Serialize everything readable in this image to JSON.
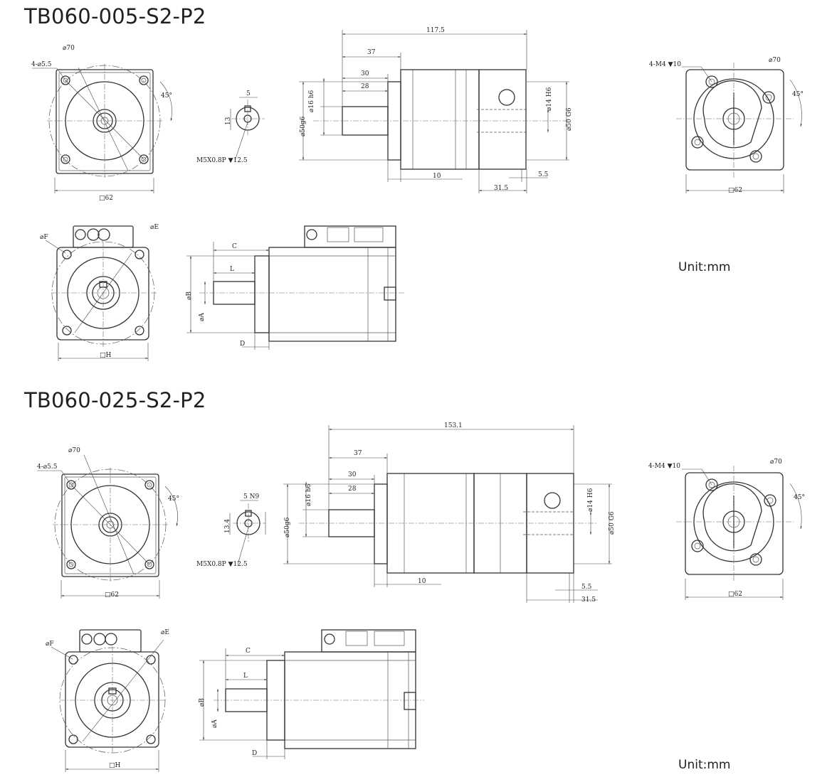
{
  "models": [
    {
      "title": "TB060-005-S2-P2",
      "unit_label": "Unit:mm",
      "views": {
        "front": {
          "pcd": "⌀70",
          "holes": "4-⌀5.5",
          "angle": "45°",
          "square": "□62"
        },
        "key": {
          "key_width": "5",
          "key_height": "13",
          "thread": "M5X0.8P ▼12.5"
        },
        "side": {
          "overall": "117.5",
          "d37": "37",
          "d30": "30",
          "d28": "28",
          "shaft_dia": "⌀16 h6",
          "pilot_dia": "⌀50g6",
          "bore_dia": "⌀14 H6",
          "spigot_dia": "⌀50 G6",
          "d10": "10",
          "d5_5": "5.5",
          "d31_5": "31.5"
        },
        "rear": {
          "holes": "4-M4 ▼10",
          "pcd": "⌀70",
          "angle": "45°",
          "square": "□62"
        }
      },
      "motor": {
        "dia_f": "⌀F",
        "dia_e": "⌀E",
        "square_h": "□H",
        "len_c": "C",
        "len_l": "L",
        "dia_b": "⌀B",
        "dia_a": "⌀A",
        "len_d": "D"
      }
    },
    {
      "title": "TB060-025-S2-P2",
      "unit_label": "Unit:mm",
      "views": {
        "front": {
          "pcd": "⌀70",
          "holes": "4-⌀5.5",
          "angle": "45°",
          "square": "□62"
        },
        "key": {
          "key_width": "5 N9",
          "key_height": "13.4",
          "thread": "M5X0.8P ▼12.5"
        },
        "side": {
          "overall": "153.1",
          "d37": "37",
          "d30": "30",
          "d28": "28",
          "shaft_dia": "⌀16 h6",
          "pilot_dia": "⌀50g6",
          "bore_dia": "⌀14 H6",
          "spigot_dia": "⌀50 G6",
          "d10": "10",
          "d5_5": "5.5",
          "d31_5": "31.5"
        },
        "rear": {
          "holes": "4-M4 ▼10",
          "pcd": "⌀70",
          "angle": "45°",
          "square": "□62"
        }
      },
      "motor": {
        "dia_f": "⌀F",
        "dia_e": "⌀E",
        "square_h": "□H",
        "len_c": "C",
        "len_l": "L",
        "dia_b": "⌀B",
        "dia_a": "⌀A",
        "len_d": "D"
      }
    }
  ]
}
